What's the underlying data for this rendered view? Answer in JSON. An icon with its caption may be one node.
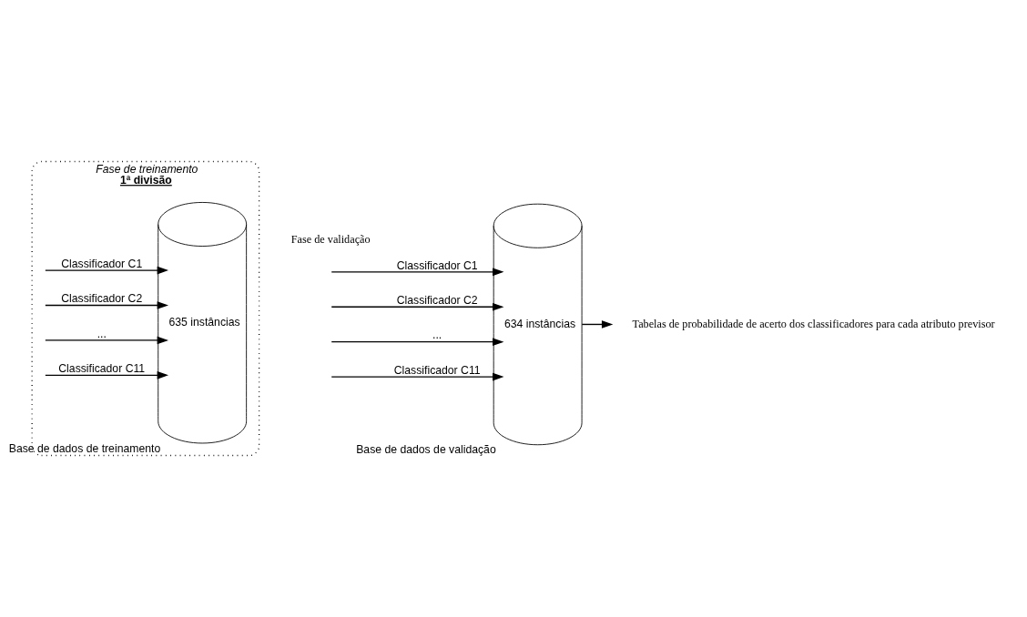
{
  "diagram": {
    "nodes": [
      {
        "text": [
          "Fase de treinamento",
          "1ª divisão"
        ]
      },
      {
        "text": [
          "635 instâncias"
        ],
        "beside": [
          "Base de dados de treinamento"
        ],
        "in": 0
      },
      {
        "text": [
          "634 instâncias"
        ],
        "beside": [
          "Base de dados de validação"
        ]
      },
      {
        "text": [
          "Tabelas de probabilidade de acerto dos classificadores para cada atributo previsor"
        ]
      }
    ],
    "edges": [
      {
        "from": null,
        "to": 1,
        "arrow": "to",
        "label": "Classificador C1"
      },
      {
        "from": null,
        "to": 1,
        "arrow": "to",
        "label": "Classificador C2"
      },
      {
        "from": null,
        "to": 1,
        "arrow": "to",
        "label": "..."
      },
      {
        "from": null,
        "to": 1,
        "arrow": "to",
        "label": "Classificador C11"
      },
      {
        "from": null,
        "to": 2,
        "arrow": "to",
        "label": "Classificador C1"
      },
      {
        "from": null,
        "to": 2,
        "arrow": "to",
        "label": "Classificador C2"
      },
      {
        "from": null,
        "to": 2,
        "arrow": "to",
        "label": "..."
      },
      {
        "from": null,
        "to": 2,
        "arrow": "to",
        "label": "Classificador C11"
      },
      {
        "from": 2,
        "to": 3,
        "arrow": "to"
      }
    ],
    "labels": [
      "Fase de validação"
    ]
  }
}
